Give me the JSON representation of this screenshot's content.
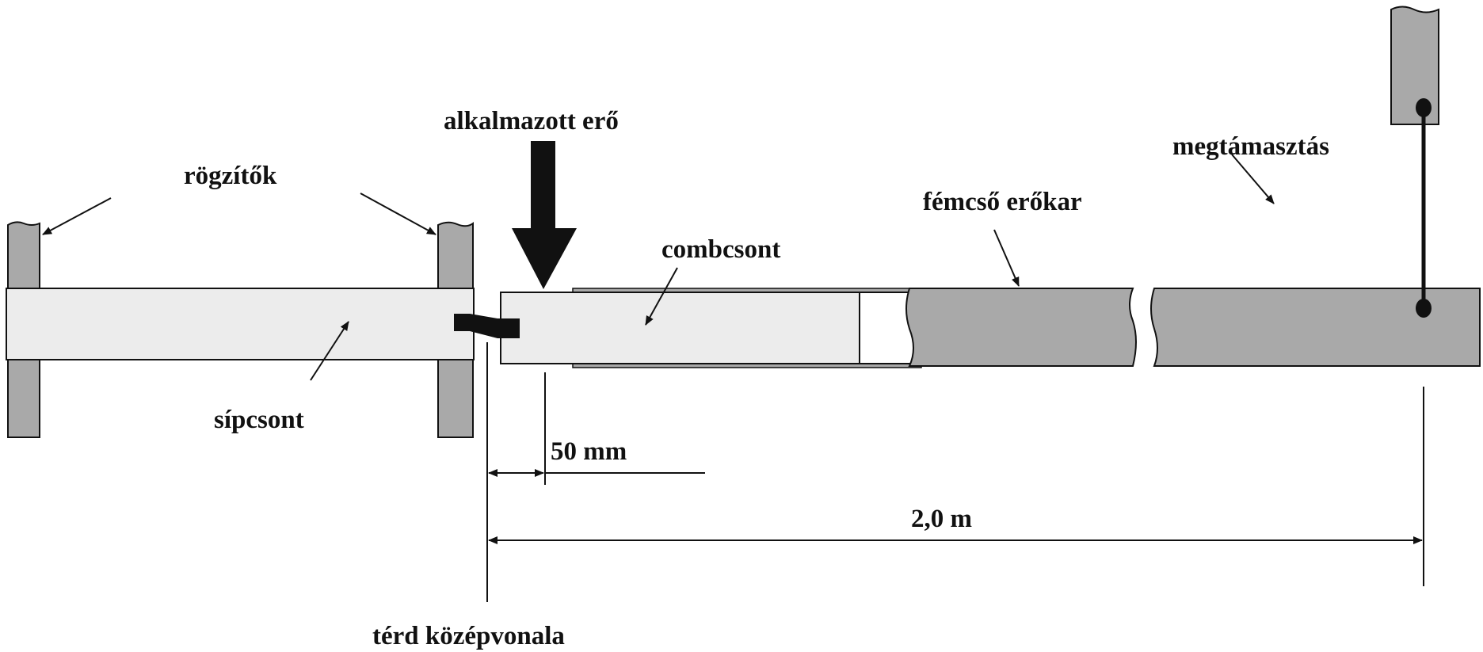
{
  "labels": {
    "clamps": "rögzítők",
    "tibia": "sípcsont",
    "applied_force": "alkalmazott erő",
    "femur": "combcsont",
    "lever_arm": "fémcső erőkar",
    "support": "megtámasztás",
    "knee_centerline": "térd középvonala"
  },
  "dimensions": {
    "force_offset": "50 mm",
    "lever_length": "2,0 m"
  },
  "colors": {
    "bone": "#ececec",
    "metal": "#a9a9a9",
    "ink": "#111111"
  }
}
